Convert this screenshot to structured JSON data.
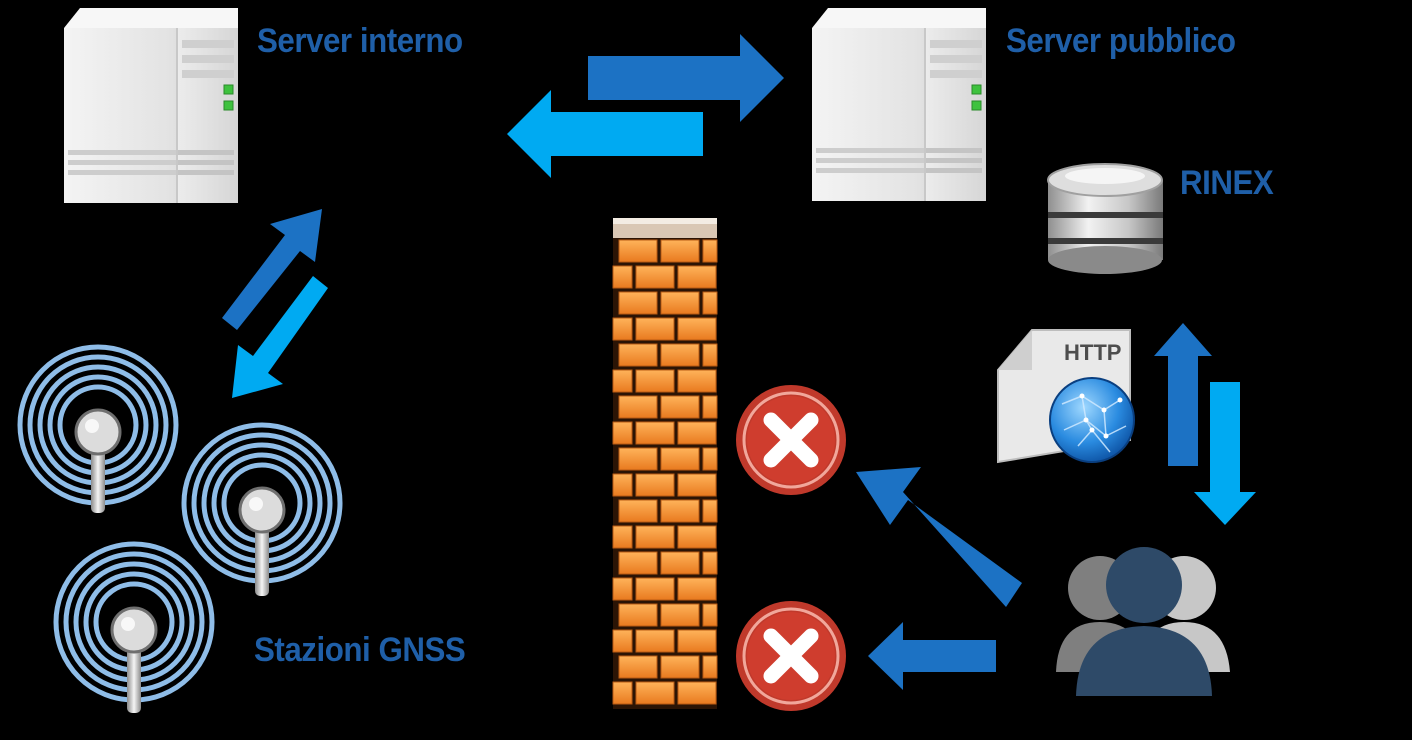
{
  "labels": {
    "internal_server": "Server interno",
    "public_server": "Server pubblico",
    "rinex": "RINEX",
    "gnss_stations": "Stazioni GNSS",
    "http_badge": "HTTP"
  },
  "colors": {
    "background": "#000000",
    "label_blue": "#1f5fa8",
    "arrow_dark_blue": "#1c72c4",
    "arrow_light_blue": "#00aaf2",
    "brick_orange": "#f08a2a",
    "block_red": "#c0392b"
  },
  "icons": [
    "server-icon",
    "database-icon",
    "http-document-icon",
    "globe-icon",
    "users-icon",
    "firewall-icon",
    "block-icon",
    "gnss-antenna-icon"
  ]
}
